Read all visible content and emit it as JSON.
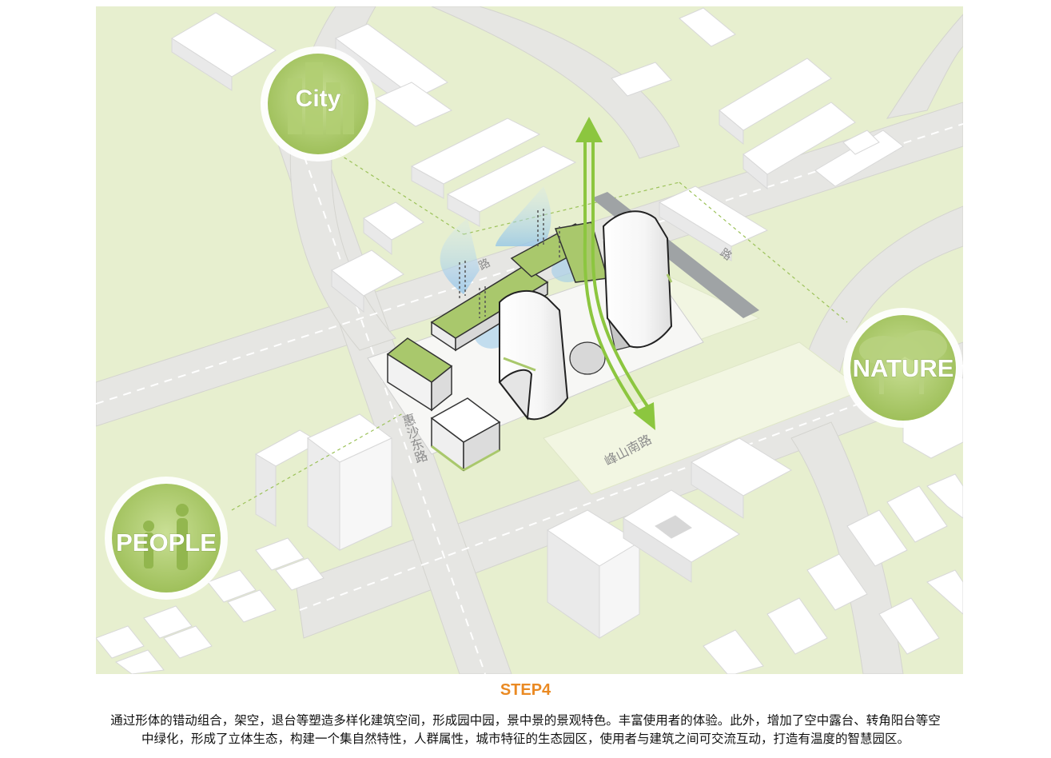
{
  "badges": {
    "city": "City",
    "nature": "NATURE",
    "people": "PEOPLE"
  },
  "roads": {
    "west": "惠沙东路",
    "south": "峰山南路",
    "northwest": "路",
    "northeast": "路"
  },
  "colors": {
    "ground": "#e7efcf",
    "road": "#e6e6e3",
    "building": "#ffffff",
    "roof_green": "#a9c86c",
    "arrow_green": "#8cc63f",
    "title_orange": "#ea8a23"
  },
  "caption": {
    "title": "STEP4",
    "line1": "通过形体的错动组合，架空，退台等塑造多样化建筑空间，形成园中园，景中景的景观特色。丰富使用者的体验。此外，增加了空中露台、转角阳台等空",
    "line2": "中绿化，形成了立体生态，构建一个集自然特性，人群属性，城市特征的生态园区，使用者与建筑之间可交流互动，打造有温度的智慧园区。"
  }
}
